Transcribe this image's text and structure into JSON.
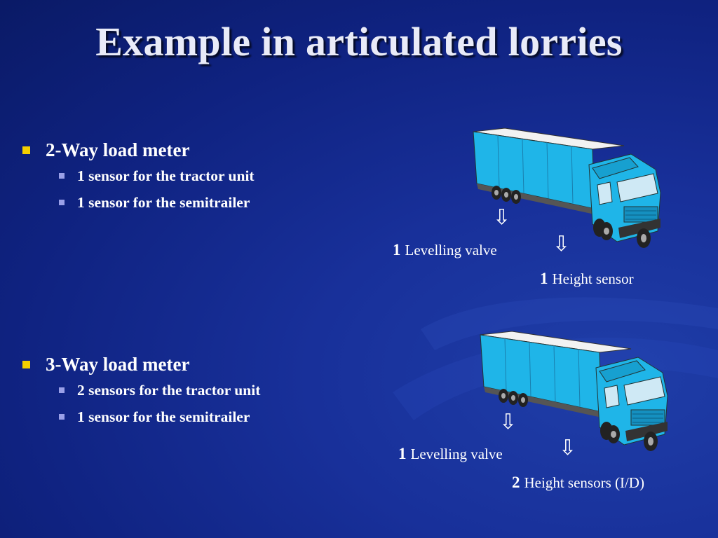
{
  "slide": {
    "title": "Example in articulated lorries"
  },
  "sections": [
    {
      "heading": "2-Way load meter",
      "items": [
        "1 sensor for the tractor unit",
        "1 sensor for the semitrailer"
      ],
      "captions": [
        {
          "number": "1",
          "label": "Levelling valve"
        },
        {
          "number": "1",
          "label": "Height sensor"
        }
      ]
    },
    {
      "heading": "3-Way load meter",
      "items": [
        "2 sensors for the tractor unit",
        "1 sensor for the semitrailer"
      ],
      "captions": [
        {
          "number": "1",
          "label": "Levelling valve"
        },
        {
          "number": "2",
          "label": "Height sensors (I/D)"
        }
      ]
    }
  ],
  "symbols": {
    "down_arrow": "⇩"
  },
  "colors": {
    "background": "#1030a0",
    "bullet_primary": "#f4cf00",
    "bullet_secondary": "#9aa0e8",
    "truck_body": "#1fb5e8"
  }
}
